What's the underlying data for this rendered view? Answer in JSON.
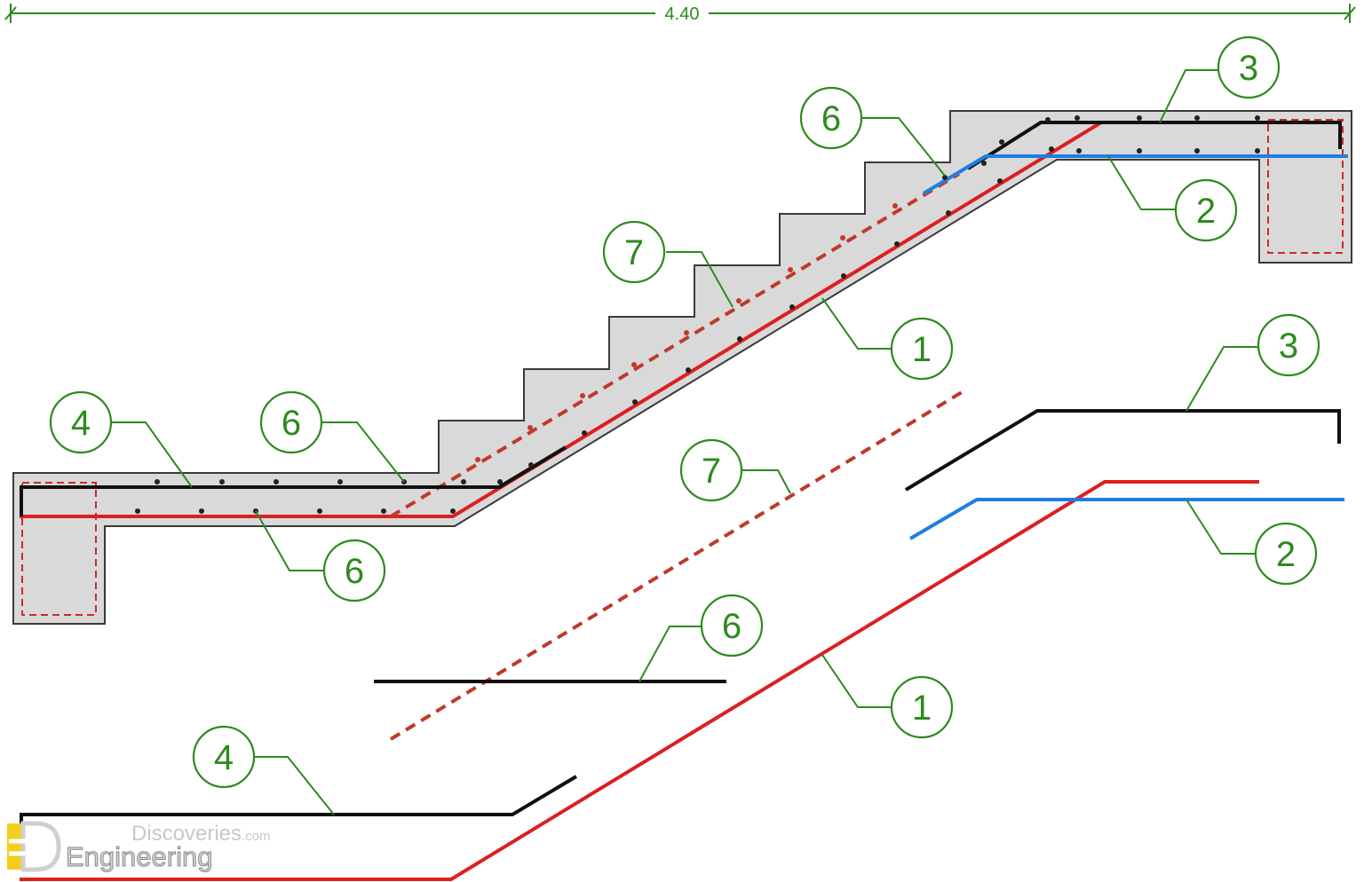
{
  "dimension": {
    "text": "4.40"
  },
  "tags": [
    "1",
    "2",
    "3",
    "4",
    "6",
    "7"
  ],
  "colors": {
    "concrete": "#d9d9d9",
    "main_bar": "#dd1f1f",
    "top_bar": "#111111",
    "blue_bar": "#1e7fe0",
    "label": "#2e8a1e"
  },
  "watermark": {
    "line1": "Discoveries",
    "line1_suffix": ".com",
    "line2": "Engineering"
  }
}
